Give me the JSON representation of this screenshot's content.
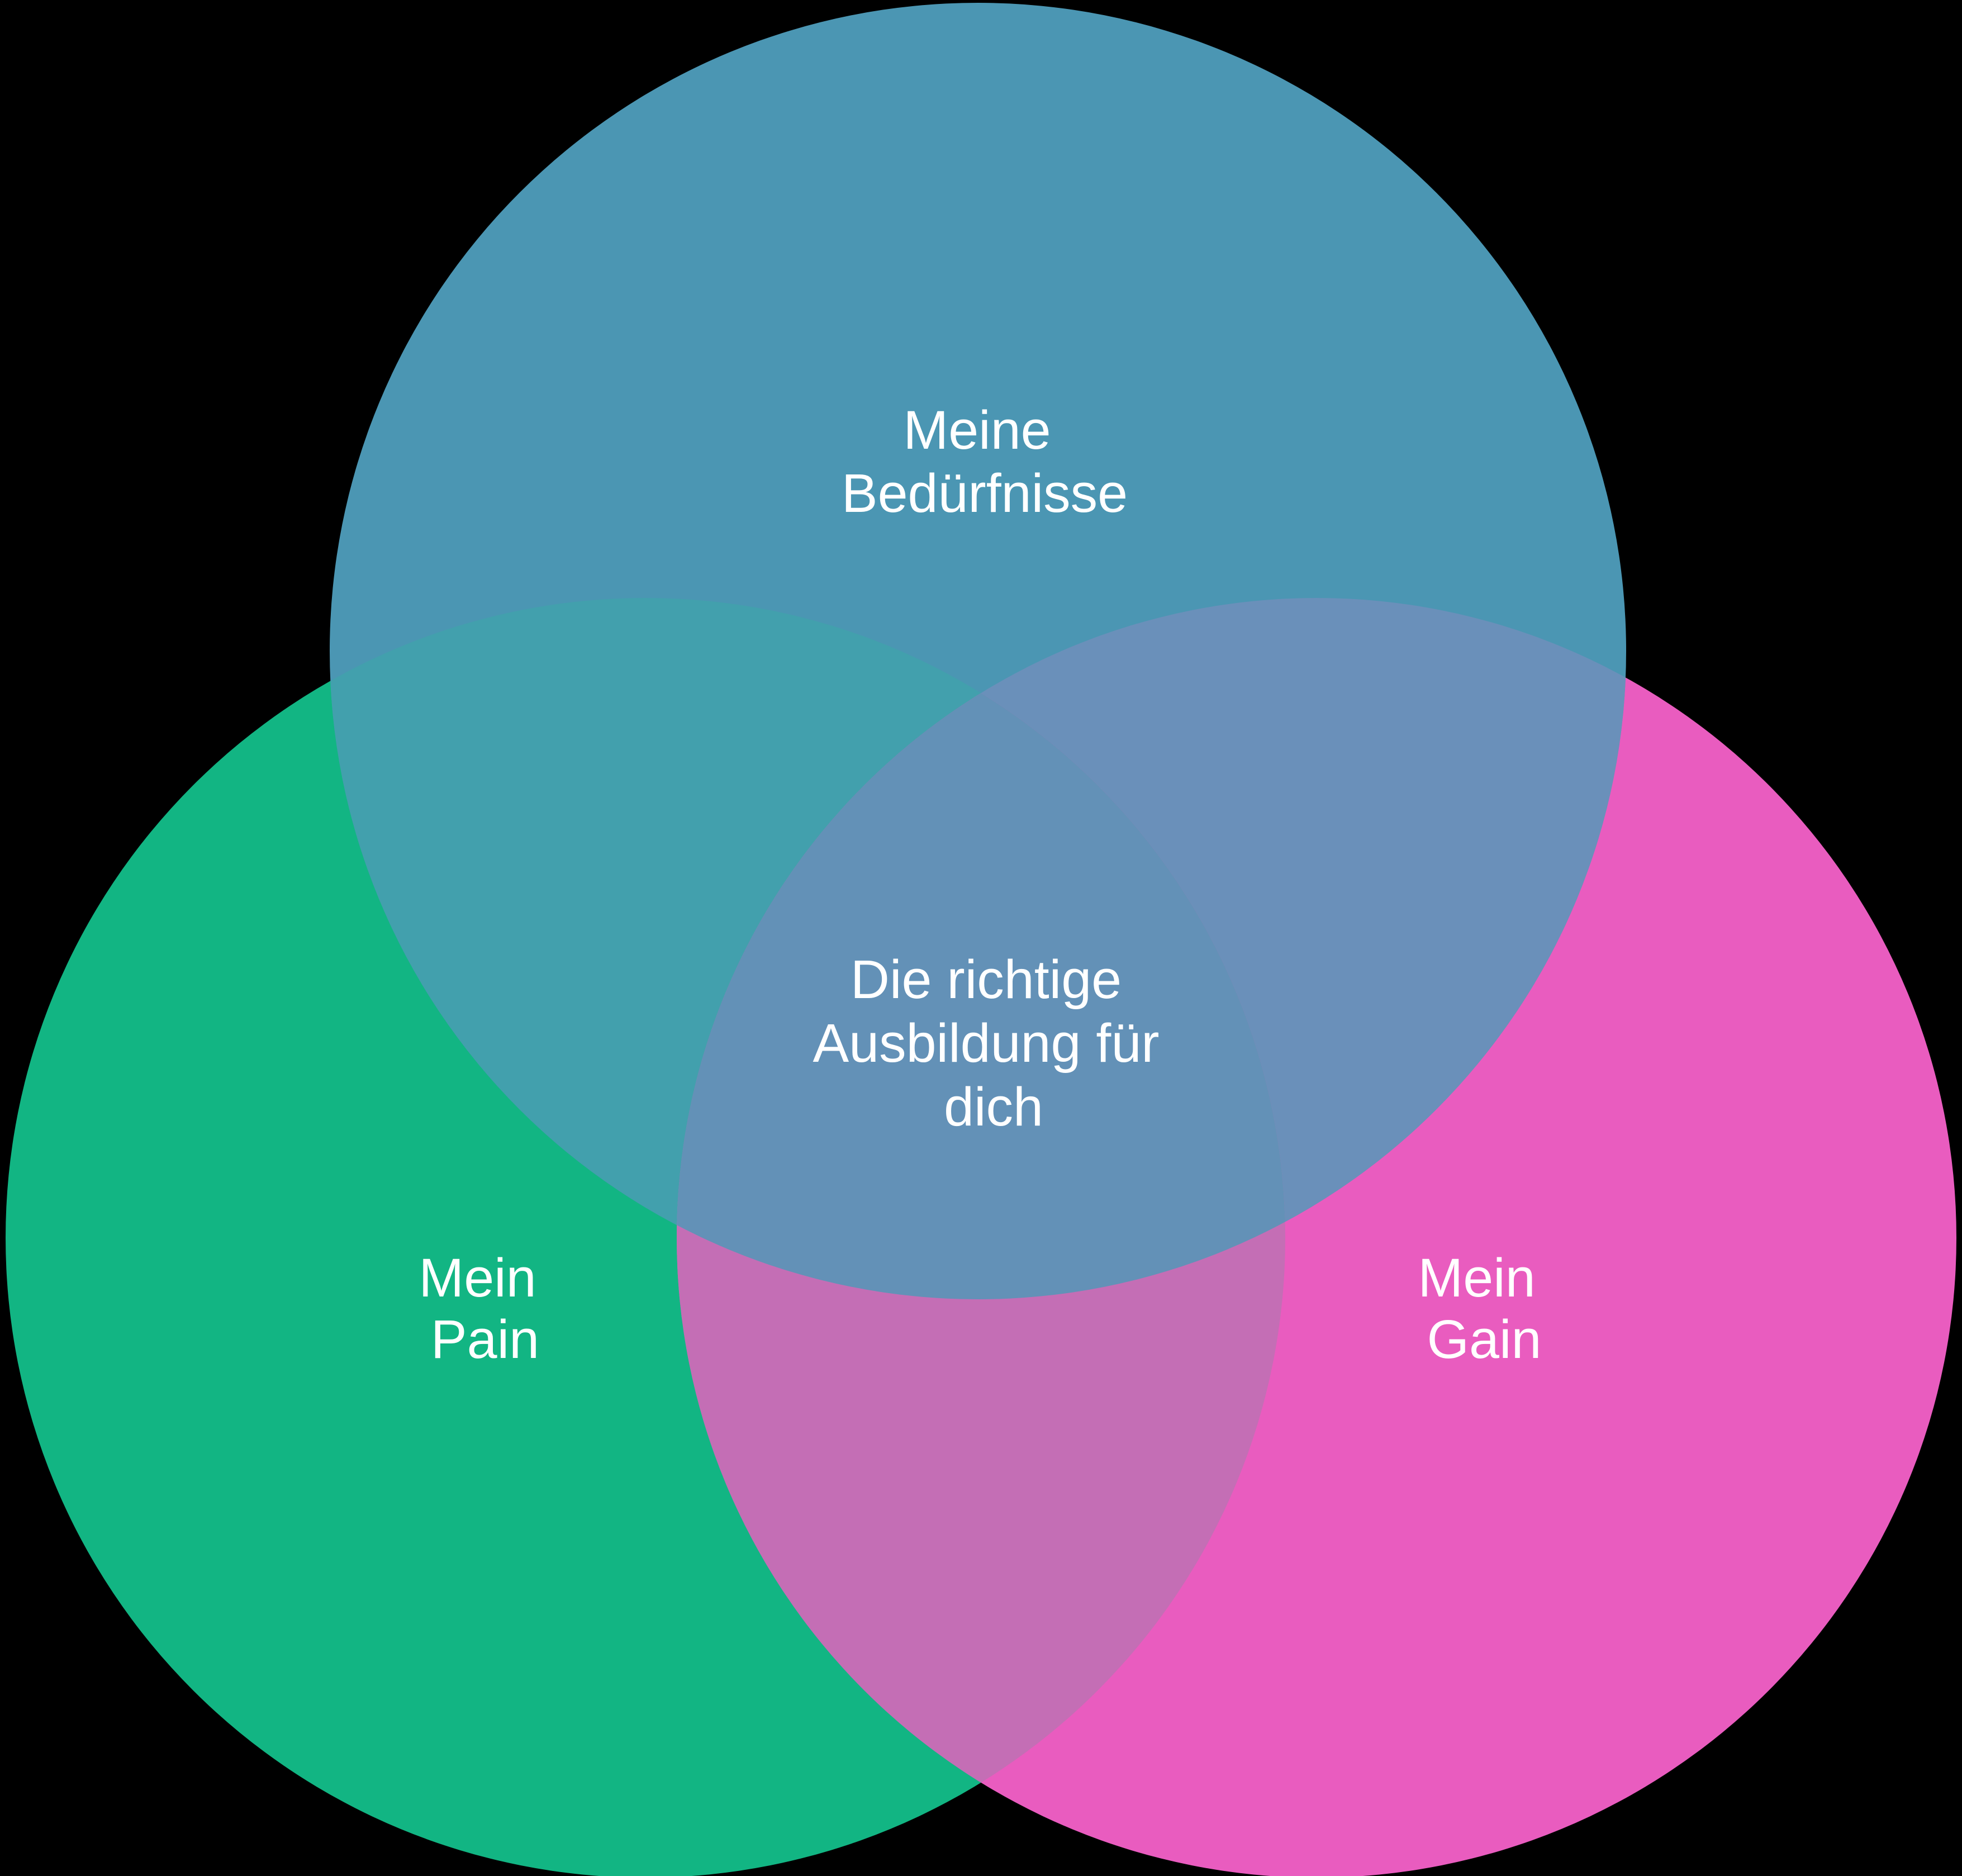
{
  "diagram": {
    "type": "venn",
    "labels": {
      "needs": {
        "line1": "Meine",
        "line2": "Bedürfnisse"
      },
      "center": {
        "line1": "Die richtige",
        "line2": "Ausbildung für",
        "line3": "dich"
      },
      "pain": {
        "line1": "Mein",
        "line2": "Pain"
      },
      "gain": {
        "line1": "Mein",
        "line2": "Gain"
      }
    },
    "colors": {
      "background": "#000000",
      "circle_needs": "#4B96B3",
      "circle_pain": "#12B583",
      "circle_gain": "#E95CBF",
      "overlap_needs_pain": "#42A0AD",
      "overlap_needs_gain": "#6A90BA",
      "overlap_pain_gain": "#C46EB5",
      "overlap_center": "#6391B7",
      "label_text": "#FFFFFF"
    }
  }
}
